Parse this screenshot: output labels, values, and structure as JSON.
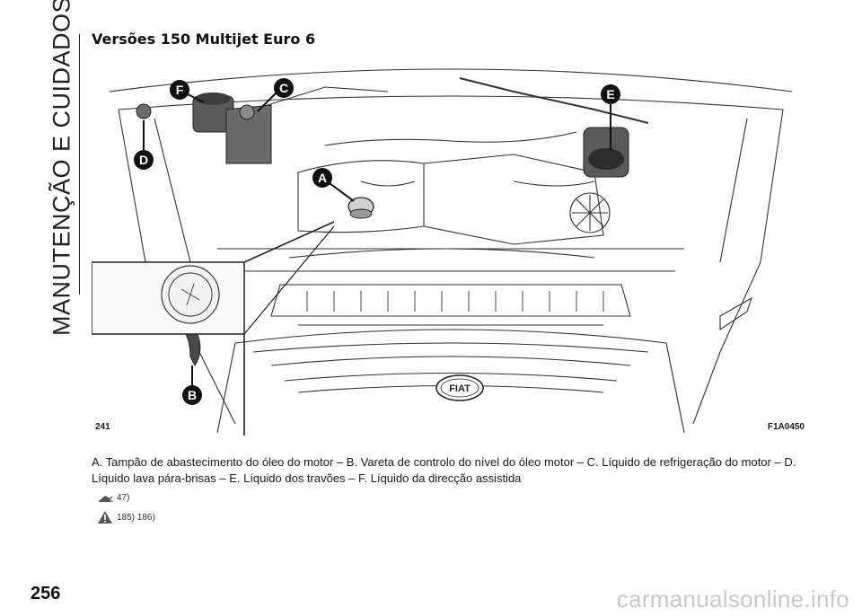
{
  "side_section_title": "MANUTENÇÃO E CUIDADOS",
  "heading": "Versões 150 Multijet Euro 6",
  "figure": {
    "number": "241",
    "code": "F1A0450",
    "callouts": [
      "A",
      "B",
      "C",
      "D",
      "E",
      "F"
    ],
    "logo_text": "FIAT"
  },
  "caption": "A. Tampão de abastecimento do óleo do motor – B. Vareta de controlo do nível do óleo motor – C. Líquido de refrigeração do motor – D. Líquido lava pára-brisas – E. Líquido dos travões – F. Líquido da direcção assistida",
  "references": [
    {
      "icon": "oil-can-icon",
      "text": "47)"
    },
    {
      "icon": "warning-triangle-icon",
      "text": "185) 186)"
    }
  ],
  "page_number": "256",
  "watermark": "carmanualsonline.info"
}
